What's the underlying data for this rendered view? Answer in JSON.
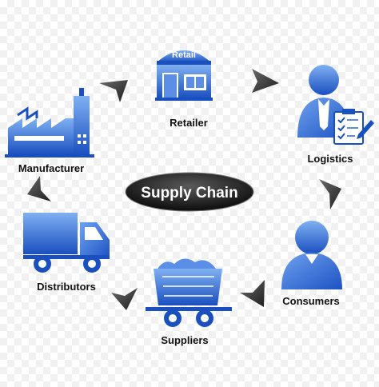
{
  "diagram": {
    "center": "Supply Chain",
    "nodes": {
      "retailer": "Retailer",
      "logistics": "Logistics",
      "consumers": "Consumers",
      "suppliers": "Suppliers",
      "distributors": "Distributors",
      "manufacturer": "Manufacturer"
    },
    "store_sign": "Retail",
    "flow": [
      "Retailer",
      "Logistics",
      "Consumers",
      "Suppliers",
      "Distributors",
      "Manufacturer",
      "Retailer"
    ]
  },
  "colors": {
    "icon_light": "#5b8ee6",
    "icon_dark": "#1a4fbf",
    "arrow": "#3a3a3a",
    "center_fill": "#1c1c1c",
    "label": "#111111"
  }
}
